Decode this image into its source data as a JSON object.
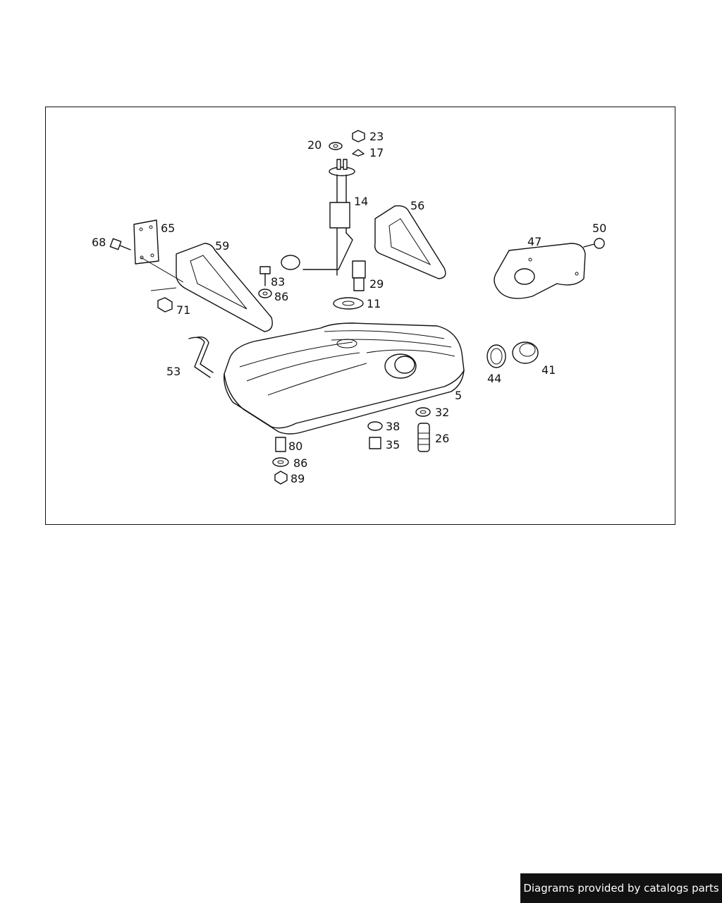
{
  "diagram": {
    "callouts": [
      {
        "id": "20",
        "text": "20"
      },
      {
        "id": "23",
        "text": "23"
      },
      {
        "id": "17",
        "text": "17"
      },
      {
        "id": "14",
        "text": "14"
      },
      {
        "id": "56",
        "text": "56"
      },
      {
        "id": "65",
        "text": "65"
      },
      {
        "id": "68",
        "text": "68"
      },
      {
        "id": "59",
        "text": "59"
      },
      {
        "id": "50",
        "text": "50"
      },
      {
        "id": "47",
        "text": "47"
      },
      {
        "id": "83",
        "text": "83"
      },
      {
        "id": "86a",
        "text": "86"
      },
      {
        "id": "29",
        "text": "29"
      },
      {
        "id": "11",
        "text": "11"
      },
      {
        "id": "71",
        "text": "71"
      },
      {
        "id": "53",
        "text": "53"
      },
      {
        "id": "44",
        "text": "44"
      },
      {
        "id": "41",
        "text": "41"
      },
      {
        "id": "5",
        "text": "5"
      },
      {
        "id": "32",
        "text": "32"
      },
      {
        "id": "38",
        "text": "38"
      },
      {
        "id": "35",
        "text": "35"
      },
      {
        "id": "26",
        "text": "26"
      },
      {
        "id": "80",
        "text": "80"
      },
      {
        "id": "86b",
        "text": "86"
      },
      {
        "id": "89",
        "text": "89"
      }
    ]
  },
  "footer": {
    "credit": "Diagrams provided by catalogs parts"
  }
}
